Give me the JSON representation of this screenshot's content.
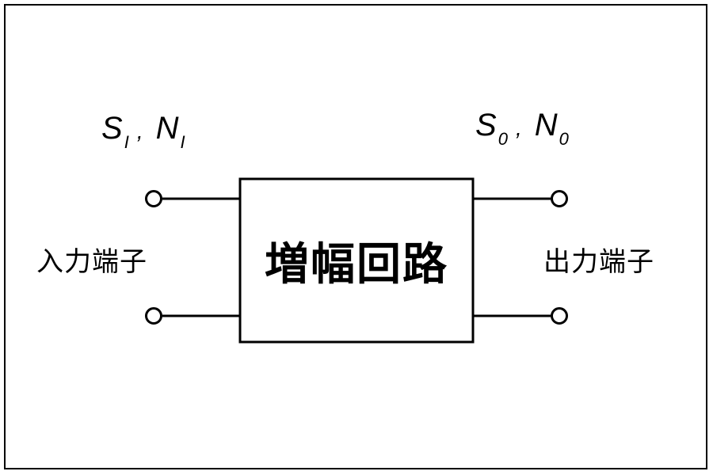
{
  "diagram": {
    "input_signal": {
      "s": "S",
      "s_sub": "I",
      "sep": ",",
      "n": "N",
      "n_sub": "I"
    },
    "output_signal": {
      "s": "S",
      "s_sub": "0",
      "sep": ",",
      "n": "N",
      "n_sub": "0"
    },
    "input_port_label": "入力端子",
    "output_port_label": "出力端子",
    "block_label": "増幅回路"
  }
}
